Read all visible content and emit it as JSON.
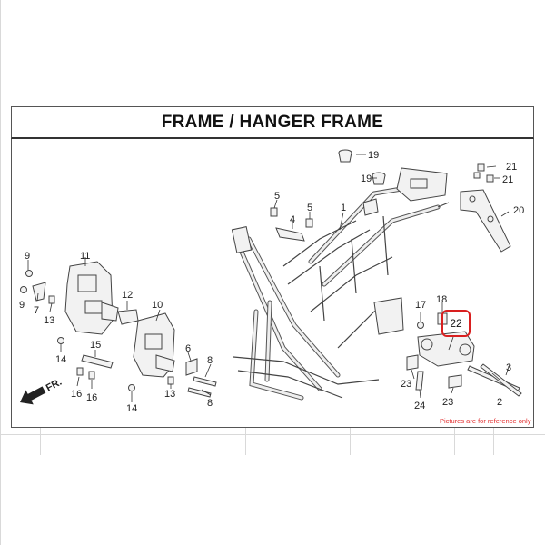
{
  "title": "FRAME / HANGER FRAME",
  "disclaimer": "Pictures are for reference only",
  "highlighted_part": "22",
  "callouts": {
    "c1": "1",
    "c2": "2",
    "c3": "3",
    "c4": "4",
    "c5a": "5",
    "c5b": "5",
    "c6": "6",
    "c7": "7",
    "c8a": "8",
    "c8b": "8",
    "c9a": "9",
    "c9b": "9",
    "c10": "10",
    "c11": "11",
    "c12": "12",
    "c13a": "13",
    "c13b": "13",
    "c14a": "14",
    "c14b": "14",
    "c15": "15",
    "c16a": "16",
    "c16b": "16",
    "c17": "17",
    "c18": "18",
    "c19a": "19",
    "c19b": "19",
    "c20": "20",
    "c21a": "21",
    "c21b": "21",
    "c23a": "23",
    "c23b": "23",
    "c24": "24"
  },
  "front_marker": "FR.",
  "colors": {
    "highlight": "#d91f1f",
    "disclaimer": "#e23030",
    "line": "#444444"
  }
}
